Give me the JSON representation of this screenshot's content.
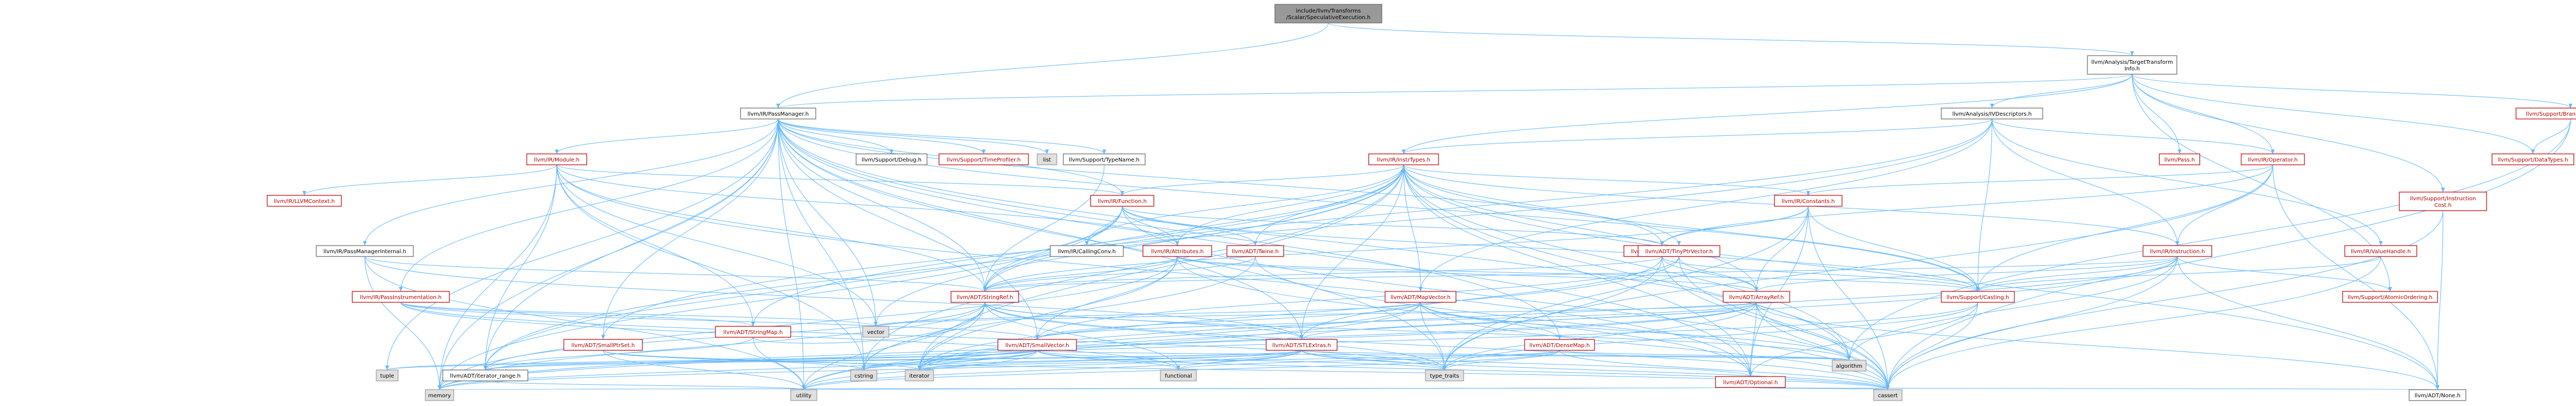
{
  "graph": {
    "colors": {
      "root_fill": "#999999",
      "link_fill": "#ffffff",
      "link_stroke": "#bf0000",
      "link_stroke_plain": "#666666",
      "ext_fill": "#e0e0e0",
      "ext_stroke": "#999999",
      "red_text": "#b00000",
      "edge": "#63b8ff"
    },
    "nodes": [
      {
        "id": "root",
        "lines": [
          "include/llvm/Transforms",
          "/Scalar/SpeculativeExecution.h"
        ],
        "kind": "root"
      },
      {
        "id": "tti",
        "lines": [
          "llvm/Analysis/TargetTransform",
          "Info.h"
        ],
        "kind": "plain"
      },
      {
        "id": "pm",
        "lines": [
          "llvm/IR/PassManager.h"
        ],
        "kind": "plain"
      },
      {
        "id": "ivd",
        "lines": [
          "llvm/Analysis/IVDescriptors.h"
        ],
        "kind": "plain"
      },
      {
        "id": "bp",
        "lines": [
          "llvm/Support/BranchProbability.h"
        ],
        "kind": "red"
      },
      {
        "id": "module",
        "lines": [
          "llvm/IR/Module.h"
        ],
        "kind": "red"
      },
      {
        "id": "debug",
        "lines": [
          "llvm/Support/Debug.h"
        ],
        "kind": "plain"
      },
      {
        "id": "tprof",
        "lines": [
          "llvm/Support/TimeProfiler.h"
        ],
        "kind": "red"
      },
      {
        "id": "list",
        "lines": [
          "list"
        ],
        "kind": "ext"
      },
      {
        "id": "typename",
        "lines": [
          "llvm/Support/TypeName.h"
        ],
        "kind": "plain"
      },
      {
        "id": "insttypes",
        "lines": [
          "llvm/IR/InstrTypes.h"
        ],
        "kind": "red"
      },
      {
        "id": "pass",
        "lines": [
          "llvm/Pass.h"
        ],
        "kind": "red"
      },
      {
        "id": "operator",
        "lines": [
          "llvm/IR/Operator.h"
        ],
        "kind": "red"
      },
      {
        "id": "datatypes",
        "lines": [
          "llvm/Support/DataTypes.h"
        ],
        "kind": "red"
      },
      {
        "id": "llvmctx",
        "lines": [
          "llvm/IR/LLVMContext.h"
        ],
        "kind": "red"
      },
      {
        "id": "function",
        "lines": [
          "llvm/IR/Function.h"
        ],
        "kind": "red"
      },
      {
        "id": "constants",
        "lines": [
          "llvm/IR/Constants.h"
        ],
        "kind": "red"
      },
      {
        "id": "instcost",
        "lines": [
          "llvm/Support/Instruction",
          "Cost.h"
        ],
        "kind": "red"
      },
      {
        "id": "pminternal",
        "lines": [
          "llvm/IR/PassManagerInternal.h"
        ],
        "kind": "plain"
      },
      {
        "id": "callingconv",
        "lines": [
          "llvm/IR/CallingConv.h"
        ],
        "kind": "plain"
      },
      {
        "id": "attributes",
        "lines": [
          "llvm/IR/Attributes.h"
        ],
        "kind": "red"
      },
      {
        "id": "twine",
        "lines": [
          "llvm/ADT/Twine.h"
        ],
        "kind": "red"
      },
      {
        "id": "derivedtypes",
        "lines": [
          "llvm/IR/DerivedTypes.h"
        ],
        "kind": "red"
      },
      {
        "id": "tinyptr",
        "lines": [
          "llvm/ADT/TinyPtrVector.h"
        ],
        "kind": "red"
      },
      {
        "id": "instruction",
        "lines": [
          "llvm/IR/Instruction.h"
        ],
        "kind": "red"
      },
      {
        "id": "valuehandle",
        "lines": [
          "llvm/IR/ValueHandle.h"
        ],
        "kind": "red"
      },
      {
        "id": "passinstr",
        "lines": [
          "llvm/IR/PassInstrumentation.h"
        ],
        "kind": "red"
      },
      {
        "id": "stringref",
        "lines": [
          "llvm/ADT/StringRef.h"
        ],
        "kind": "red"
      },
      {
        "id": "mapvector",
        "lines": [
          "llvm/ADT/MapVector.h"
        ],
        "kind": "red"
      },
      {
        "id": "arrayref",
        "lines": [
          "llvm/ADT/ArrayRef.h"
        ],
        "kind": "red"
      },
      {
        "id": "casting",
        "lines": [
          "llvm/Support/Casting.h"
        ],
        "kind": "red"
      },
      {
        "id": "atomicord",
        "lines": [
          "llvm/Support/AtomicOrdering.h"
        ],
        "kind": "red"
      },
      {
        "id": "stringmap",
        "lines": [
          "llvm/ADT/StringMap.h"
        ],
        "kind": "red"
      },
      {
        "id": "vector",
        "lines": [
          "vector"
        ],
        "kind": "ext"
      },
      {
        "id": "smallptrset",
        "lines": [
          "llvm/ADT/SmallPtrSet.h"
        ],
        "kind": "red"
      },
      {
        "id": "smallvector",
        "lines": [
          "llvm/ADT/SmallVector.h"
        ],
        "kind": "red"
      },
      {
        "id": "stlextras",
        "lines": [
          "llvm/ADT/STLExtras.h"
        ],
        "kind": "red"
      },
      {
        "id": "densemap",
        "lines": [
          "llvm/ADT/DenseMap.h"
        ],
        "kind": "red"
      },
      {
        "id": "tuple",
        "lines": [
          "tuple"
        ],
        "kind": "ext"
      },
      {
        "id": "iterrange",
        "lines": [
          "llvm/ADT/iterator_range.h"
        ],
        "kind": "plain"
      },
      {
        "id": "cstring",
        "lines": [
          "cstring"
        ],
        "kind": "ext"
      },
      {
        "id": "iterator",
        "lines": [
          "iterator"
        ],
        "kind": "ext"
      },
      {
        "id": "functional",
        "lines": [
          "functional"
        ],
        "kind": "ext"
      },
      {
        "id": "typetraits",
        "lines": [
          "type_traits"
        ],
        "kind": "ext"
      },
      {
        "id": "algorithm",
        "lines": [
          "algorithm"
        ],
        "kind": "ext"
      },
      {
        "id": "optional",
        "lines": [
          "llvm/ADT/Optional.h"
        ],
        "kind": "red"
      },
      {
        "id": "memory",
        "lines": [
          "memory"
        ],
        "kind": "ext"
      },
      {
        "id": "utility",
        "lines": [
          "utility"
        ],
        "kind": "ext"
      },
      {
        "id": "cassert",
        "lines": [
          "cassert"
        ],
        "kind": "ext"
      },
      {
        "id": "none",
        "lines": [
          "llvm/ADT/None.h"
        ],
        "kind": "plain"
      }
    ],
    "edges": [
      [
        "root",
        "tti"
      ],
      [
        "root",
        "pm"
      ],
      [
        "tti",
        "pm"
      ],
      [
        "tti",
        "ivd"
      ],
      [
        "tti",
        "bp"
      ],
      [
        "tti",
        "insttypes"
      ],
      [
        "tti",
        "pass"
      ],
      [
        "tti",
        "operator"
      ],
      [
        "tti",
        "datatypes"
      ],
      [
        "tti",
        "instcost"
      ],
      [
        "tti",
        "atomicord"
      ],
      [
        "pm",
        "module"
      ],
      [
        "pm",
        "debug"
      ],
      [
        "pm",
        "tprof"
      ],
      [
        "pm",
        "list"
      ],
      [
        "pm",
        "typename"
      ],
      [
        "pm",
        "function"
      ],
      [
        "pm",
        "pminternal"
      ],
      [
        "pm",
        "passinstr"
      ],
      [
        "pm",
        "stringref"
      ],
      [
        "pm",
        "smallptrset"
      ],
      [
        "pm",
        "tinyptr"
      ],
      [
        "pm",
        "densemap"
      ],
      [
        "pm",
        "stlextras"
      ],
      [
        "pm",
        "smallvector"
      ],
      [
        "pm",
        "iterrange"
      ],
      [
        "pm",
        "tuple"
      ],
      [
        "pm",
        "cstring"
      ],
      [
        "pm",
        "memory"
      ],
      [
        "pm",
        "vector"
      ],
      [
        "pm",
        "algorithm"
      ],
      [
        "pm",
        "casting"
      ],
      [
        "pm",
        "optional"
      ],
      [
        "pm",
        "typetraits"
      ],
      [
        "pm",
        "utility"
      ],
      [
        "ivd",
        "insttypes"
      ],
      [
        "ivd",
        "operator"
      ],
      [
        "ivd",
        "mapvector"
      ],
      [
        "ivd",
        "smallptrset"
      ],
      [
        "ivd",
        "stringref"
      ],
      [
        "ivd",
        "casting"
      ],
      [
        "ivd",
        "valuehandle"
      ],
      [
        "ivd",
        "instruction"
      ],
      [
        "bp",
        "datatypes"
      ],
      [
        "bp",
        "cassert"
      ],
      [
        "bp",
        "algorithm"
      ],
      [
        "module",
        "llvmctx"
      ],
      [
        "module",
        "function"
      ],
      [
        "module",
        "attributes"
      ],
      [
        "module",
        "stringref"
      ],
      [
        "module",
        "stringmap"
      ],
      [
        "module",
        "iterrange"
      ],
      [
        "module",
        "optional"
      ],
      [
        "module",
        "memory"
      ],
      [
        "module",
        "cstring"
      ],
      [
        "module",
        "vector"
      ],
      [
        "typename",
        "stringref"
      ],
      [
        "insttypes",
        "function"
      ],
      [
        "insttypes",
        "constants"
      ],
      [
        "insttypes",
        "callingconv"
      ],
      [
        "insttypes",
        "attributes"
      ],
      [
        "insttypes",
        "twine"
      ],
      [
        "insttypes",
        "derivedtypes"
      ],
      [
        "insttypes",
        "instruction"
      ],
      [
        "insttypes",
        "stringmap"
      ],
      [
        "insttypes",
        "arrayref"
      ],
      [
        "insttypes",
        "optional"
      ],
      [
        "insttypes",
        "stlextras"
      ],
      [
        "insttypes",
        "iterrange"
      ],
      [
        "insttypes",
        "casting"
      ],
      [
        "insttypes",
        "sequence"
      ],
      [
        "insttypes",
        "stringref"
      ],
      [
        "insttypes",
        "mapvector"
      ],
      [
        "insttypes",
        "none"
      ],
      [
        "insttypes",
        "algorithm"
      ],
      [
        "insttypes",
        "cassert"
      ],
      [
        "insttypes",
        "cstring"
      ],
      [
        "insttypes",
        "iterator"
      ],
      [
        "insttypes",
        "vector"
      ],
      [
        "operator",
        "constants"
      ],
      [
        "operator",
        "instruction"
      ],
      [
        "operator",
        "casting"
      ],
      [
        "operator",
        "typetraits"
      ],
      [
        "operator",
        "none"
      ],
      [
        "operator",
        "derivedtypes"
      ],
      [
        "operator",
        "cstddef"
      ],
      [
        "function",
        "attributes"
      ],
      [
        "function",
        "callingconv"
      ],
      [
        "function",
        "twine"
      ],
      [
        "function",
        "derivedtypes"
      ],
      [
        "function",
        "stringref"
      ],
      [
        "function",
        "iterrange"
      ],
      [
        "function",
        "memory"
      ],
      [
        "function",
        "casting"
      ],
      [
        "function",
        "cassert"
      ],
      [
        "constants",
        "derivedtypes"
      ],
      [
        "constants",
        "arrayref"
      ],
      [
        "constants",
        "casting"
      ],
      [
        "constants",
        "stringref"
      ],
      [
        "constants",
        "optional"
      ],
      [
        "constants",
        "cassert"
      ],
      [
        "constants",
        "typetraits"
      ],
      [
        "instcost",
        "cassert"
      ],
      [
        "instcost",
        "none"
      ],
      [
        "pminternal",
        "stringref"
      ],
      [
        "pminternal",
        "stlextras"
      ],
      [
        "pminternal",
        "memory"
      ],
      [
        "pminternal",
        "utility"
      ],
      [
        "attributes",
        "arrayref"
      ],
      [
        "attributes",
        "stringref"
      ],
      [
        "attributes",
        "smallvector"
      ],
      [
        "attributes",
        "optional"
      ],
      [
        "attributes",
        "bitmask"
      ],
      [
        "attributes",
        "casting"
      ],
      [
        "attributes",
        "memory"
      ],
      [
        "attributes",
        "iterator"
      ],
      [
        "twine",
        "stringref"
      ],
      [
        "twine",
        "cassert"
      ],
      [
        "twine",
        "cstring"
      ],
      [
        "derivedtypes",
        "arrayref"
      ],
      [
        "derivedtypes",
        "stringref"
      ],
      [
        "derivedtypes",
        "casting"
      ],
      [
        "derivedtypes",
        "cassert"
      ],
      [
        "derivedtypes",
        "stlextras"
      ],
      [
        "derivedtypes",
        "typetraits"
      ],
      [
        "tinyptr",
        "arrayref"
      ],
      [
        "tinyptr",
        "smallvector"
      ],
      [
        "tinyptr",
        "iterator"
      ],
      [
        "tinyptr",
        "cassert"
      ],
      [
        "instruction",
        "arrayref"
      ],
      [
        "instruction",
        "atomicord"
      ],
      [
        "instruction",
        "casting"
      ],
      [
        "instruction",
        "stringref"
      ],
      [
        "instruction",
        "none"
      ],
      [
        "instruction",
        "utility"
      ],
      [
        "instruction",
        "algorithm"
      ],
      [
        "instruction",
        "iterator"
      ],
      [
        "instruction",
        "cassert"
      ],
      [
        "valuehandle",
        "casting"
      ],
      [
        "valuehandle",
        "cassert"
      ],
      [
        "passinstr",
        "stringmap"
      ],
      [
        "passinstr",
        "smallvector"
      ],
      [
        "passinstr",
        "functional"
      ],
      [
        "passinstr",
        "typetraits"
      ],
      [
        "passinstr",
        "vector"
      ],
      [
        "stringref",
        "stlextras"
      ],
      [
        "stringref",
        "iterrange"
      ],
      [
        "stringref",
        "algorithm"
      ],
      [
        "stringref",
        "cassert"
      ],
      [
        "stringref",
        "cstring"
      ],
      [
        "stringref",
        "iterator"
      ],
      [
        "stringref",
        "functional"
      ],
      [
        "stringref",
        "memory"
      ],
      [
        "stringref",
        "typetraits"
      ],
      [
        "stringref",
        "utility"
      ],
      [
        "mapvector",
        "densemap"
      ],
      [
        "mapvector",
        "smallvector"
      ],
      [
        "mapvector",
        "iterator"
      ],
      [
        "mapvector",
        "typetraits"
      ],
      [
        "mapvector",
        "utility"
      ],
      [
        "mapvector",
        "vector"
      ],
      [
        "mapvector",
        "algorithm"
      ],
      [
        "mapvector",
        "cassert"
      ],
      [
        "arrayref",
        "smallvector"
      ],
      [
        "arrayref",
        "stlextras"
      ],
      [
        "arrayref",
        "optional"
      ],
      [
        "arrayref",
        "none"
      ],
      [
        "arrayref",
        "algorithm"
      ],
      [
        "arrayref",
        "cassert"
      ],
      [
        "arrayref",
        "iterator"
      ],
      [
        "arrayref",
        "memory"
      ],
      [
        "arrayref",
        "typetraits"
      ],
      [
        "arrayref",
        "vector"
      ],
      [
        "casting",
        "optional"
      ],
      [
        "casting",
        "cassert"
      ],
      [
        "casting",
        "memory"
      ],
      [
        "casting",
        "typetraits"
      ],
      [
        "stringmap",
        "stringref"
      ],
      [
        "stringmap",
        "iterrange"
      ],
      [
        "stringmap",
        "utility"
      ],
      [
        "smallptrset",
        "iterator"
      ],
      [
        "smallptrset",
        "cstring"
      ],
      [
        "smallptrset",
        "utility"
      ],
      [
        "smallptrset",
        "cassert"
      ],
      [
        "smallvector",
        "iterrange"
      ],
      [
        "smallvector",
        "algorithm"
      ],
      [
        "smallvector",
        "cassert"
      ],
      [
        "smallvector",
        "cstring"
      ],
      [
        "smallvector",
        "functional"
      ],
      [
        "smallvector",
        "iterator"
      ],
      [
        "smallvector",
        "memory"
      ],
      [
        "smallvector",
        "typetraits"
      ],
      [
        "smallvector",
        "utility"
      ],
      [
        "smallvector",
        "tuple"
      ],
      [
        "stlextras",
        "optional"
      ],
      [
        "stlextras",
        "iterrange"
      ],
      [
        "stlextras",
        "algorithm"
      ],
      [
        "stlextras",
        "cassert"
      ],
      [
        "stlextras",
        "functional"
      ],
      [
        "stlextras",
        "iterator"
      ],
      [
        "stlextras",
        "memory"
      ],
      [
        "stlextras",
        "tuple"
      ],
      [
        "stlextras",
        "typetraits"
      ],
      [
        "stlextras",
        "utility"
      ],
      [
        "stlextras",
        "cstring"
      ],
      [
        "densemap",
        "algorithm"
      ],
      [
        "densemap",
        "cassert"
      ],
      [
        "densemap",
        "iterator"
      ],
      [
        "densemap",
        "typetraits"
      ],
      [
        "densemap",
        "utility"
      ],
      [
        "densemap",
        "functional"
      ],
      [
        "iterrange",
        "utility"
      ],
      [
        "optional",
        "none"
      ],
      [
        "optional",
        "cassert"
      ],
      [
        "optional",
        "utility"
      ],
      [
        "optional",
        "memory"
      ]
    ]
  }
}
